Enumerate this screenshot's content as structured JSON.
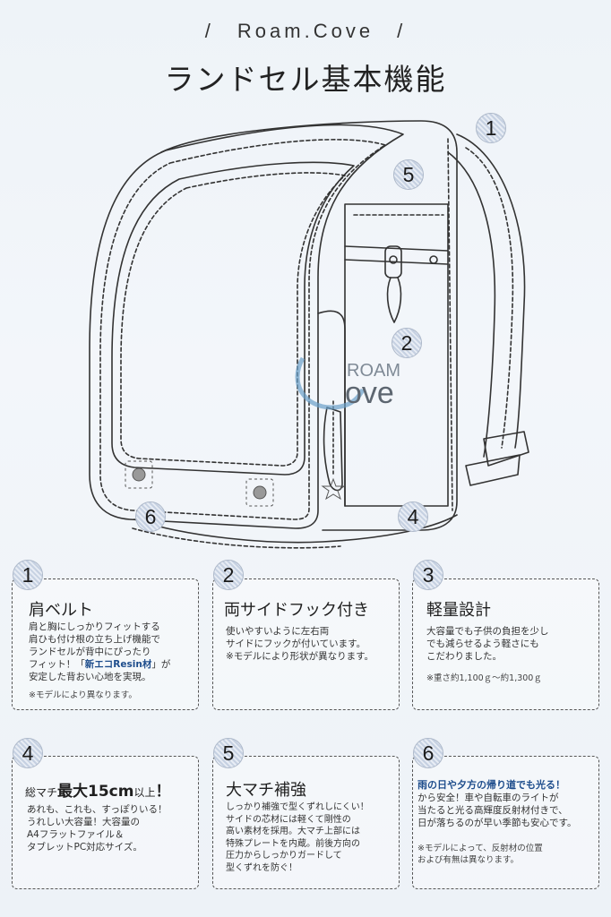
{
  "header": {
    "slash_left": "/",
    "brand": "Roam.Cove",
    "slash_right": "/",
    "title": "ランドセル基本機能"
  },
  "illustration": {
    "logo_top": "ROAM",
    "logo_bottom": "ove",
    "callouts": [
      "1",
      "5",
      "2",
      "6",
      "4"
    ]
  },
  "features": [
    {
      "number": "1",
      "title": "肩ベルト",
      "body_pre": "肩と胸にしっかりフィットする\n肩ひも付け根の立ち上げ機能で\nランドセルが背中にぴったり\nフィット！「",
      "body_highlight": "新エコResin材",
      "body_post": "」が\n安定した背おい心地を実現。",
      "note": "※モデルにより異なります。"
    },
    {
      "number": "2",
      "title": "両サイドフック付き",
      "body": "使いやすいように左右両\nサイドにフックが付いています。\n※モデルにより形状が異なります。"
    },
    {
      "number": "3",
      "title": "軽量設計",
      "body": "大容量でも子供の負担を少し\nでも減らせるよう軽さにも\nこだわりました。",
      "note": "※重さ約1,100ｇ〜約1,300ｇ"
    },
    {
      "number": "4",
      "title_small_1": "総マチ",
      "title_big": "最大15cm",
      "title_small_2": "以上",
      "title_mark": "！",
      "body": "あれも、これも、すっぽりいる！\nうれしい大容量！大容量の\nA4フラットファイル＆\nタブレットPC対応サイズ。"
    },
    {
      "number": "5",
      "title": "大マチ補強",
      "body": "しっかり補強で型くずれしにくい！\nサイドの芯材には軽くて剛性の\n高い素材を採用。大マチ上部には\n特殊プレートを内蔵。前後方向の\n圧力からしっかりガードして\n型くずれを防ぐ！"
    },
    {
      "number": "6",
      "title": "雨の日や夕方の帰り道でも光る！",
      "body": "から安全！車や自転車のライトが\n当たると光る高輝度反射材付きで、\n日が落ちるのが早い季節も安心です。",
      "note": "※モデルによって、反射材の位置\nおよび有無は異なります。"
    }
  ]
}
